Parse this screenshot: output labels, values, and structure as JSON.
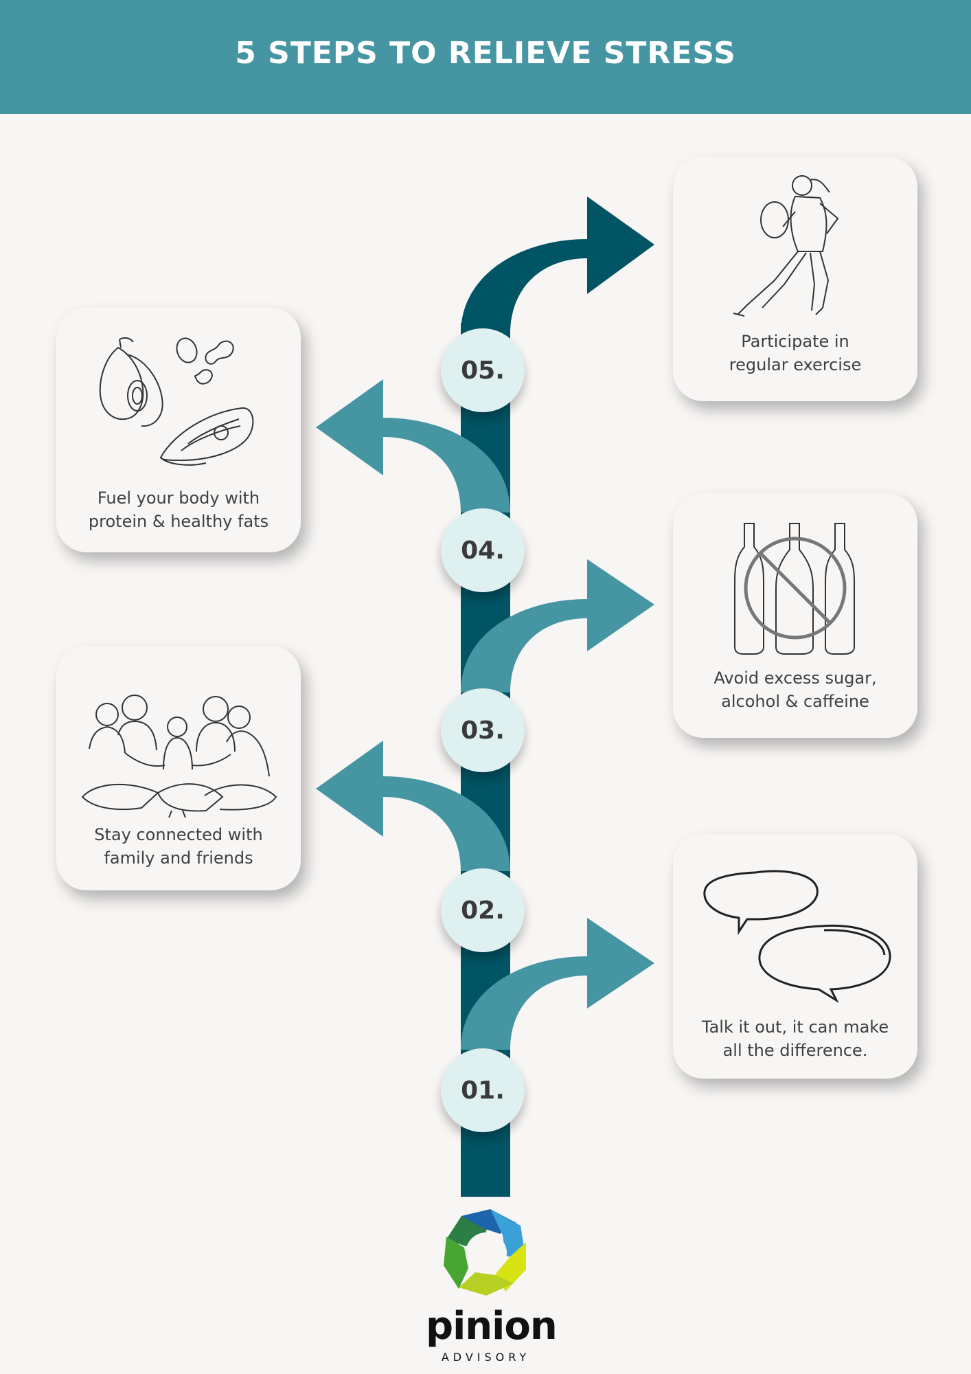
{
  "title": "5 STEPS TO RELIEVE STRESS",
  "colors": {
    "header": "#4595a3",
    "trunk": "#015464",
    "arrow_light": "#4595a3",
    "arrow_dark": "#015464",
    "badge": "#dff0f1"
  },
  "steps": [
    {
      "number": "01.",
      "label_line1": "Talk it out, it can make",
      "label_line2": "all the difference.",
      "icon": "speech-bubbles-icon"
    },
    {
      "number": "02.",
      "label_line1": "Stay connected with",
      "label_line2": "family and friends",
      "icon": "family-group-icon"
    },
    {
      "number": "03.",
      "label_line1": "Avoid excess sugar,",
      "label_line2": "alcohol & caffeine",
      "icon": "no-bottles-icon"
    },
    {
      "number": "04.",
      "label_line1": "Fuel your body with",
      "label_line2": "protein & healthy fats",
      "icon": "healthy-food-icon"
    },
    {
      "number": "05.",
      "label_line1": "Participate in",
      "label_line2": "regular exercise",
      "icon": "runner-icon"
    }
  ],
  "logo": {
    "word": "pinion",
    "sub": "ADVISORY"
  }
}
